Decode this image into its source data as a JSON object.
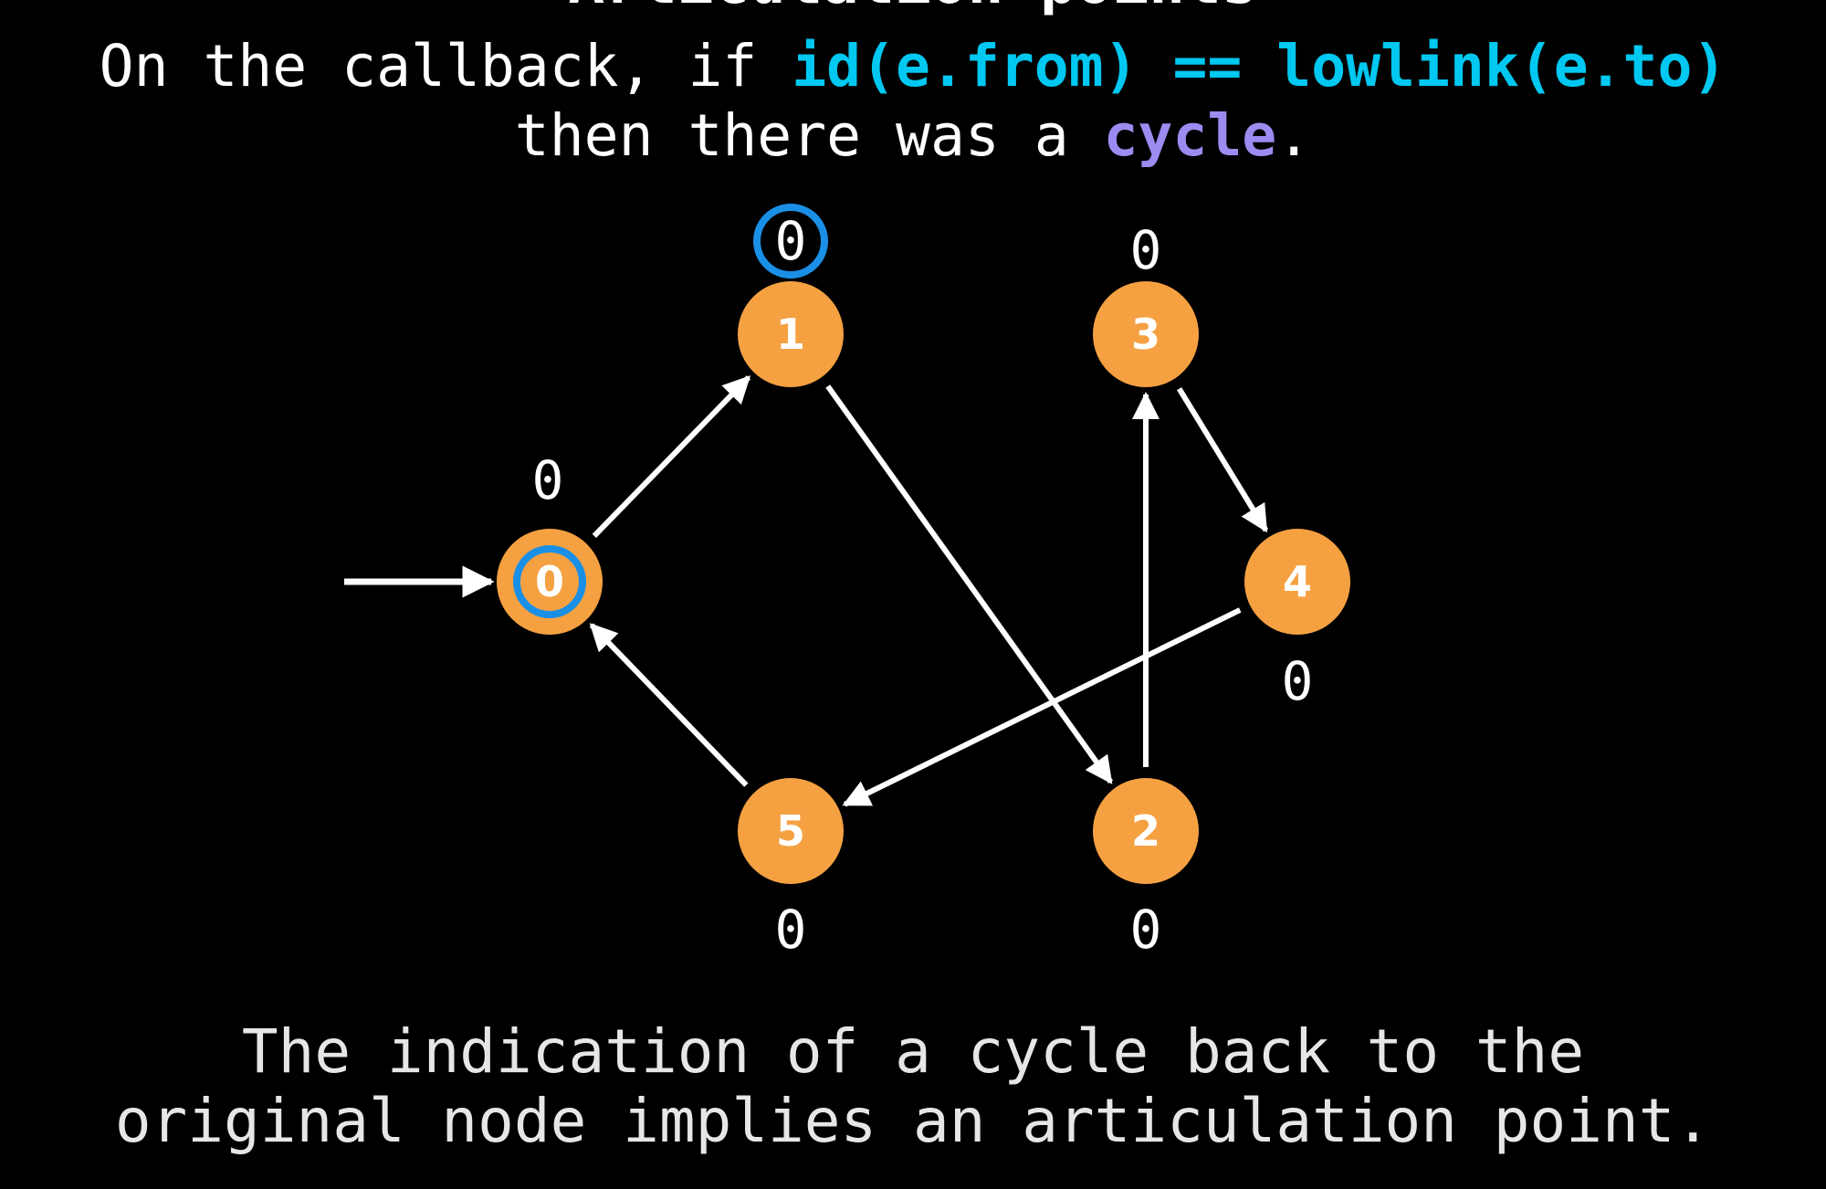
{
  "title": "Articulation points",
  "subtitle": {
    "line1_prefix": "On the callback, if ",
    "line1_code": "id(e.from) == lowlink(e.to)",
    "line2_prefix": "then there was a ",
    "line2_code": "cycle",
    "line2_suffix": "."
  },
  "footer": {
    "line1": "The indication of a cycle back to the",
    "line2": "original node implies an articulation point."
  },
  "colors": {
    "background": "#000000",
    "node_fill": "#f5a142",
    "edge": "#ffffff",
    "highlight_ring": "#1a8fe6",
    "code_highlight": "#00c8f0",
    "cycle_highlight": "#9a8cf0"
  },
  "graph": {
    "start_node": "0",
    "nodes": [
      {
        "id": "0",
        "label": "0",
        "lowlink": "0",
        "highlighted_node": true,
        "highlighted_lowlink": false
      },
      {
        "id": "1",
        "label": "1",
        "lowlink": "0",
        "highlighted_node": false,
        "highlighted_lowlink": true
      },
      {
        "id": "2",
        "label": "2",
        "lowlink": "0",
        "highlighted_node": false,
        "highlighted_lowlink": false
      },
      {
        "id": "3",
        "label": "3",
        "lowlink": "0",
        "highlighted_node": false,
        "highlighted_lowlink": false
      },
      {
        "id": "4",
        "label": "4",
        "lowlink": "0",
        "highlighted_node": false,
        "highlighted_lowlink": false
      },
      {
        "id": "5",
        "label": "5",
        "lowlink": "0",
        "highlighted_node": false,
        "highlighted_lowlink": false
      }
    ],
    "edges": [
      {
        "from": "0",
        "to": "1"
      },
      {
        "from": "1",
        "to": "2"
      },
      {
        "from": "2",
        "to": "3"
      },
      {
        "from": "3",
        "to": "4"
      },
      {
        "from": "4",
        "to": "5"
      },
      {
        "from": "5",
        "to": "0"
      }
    ]
  }
}
